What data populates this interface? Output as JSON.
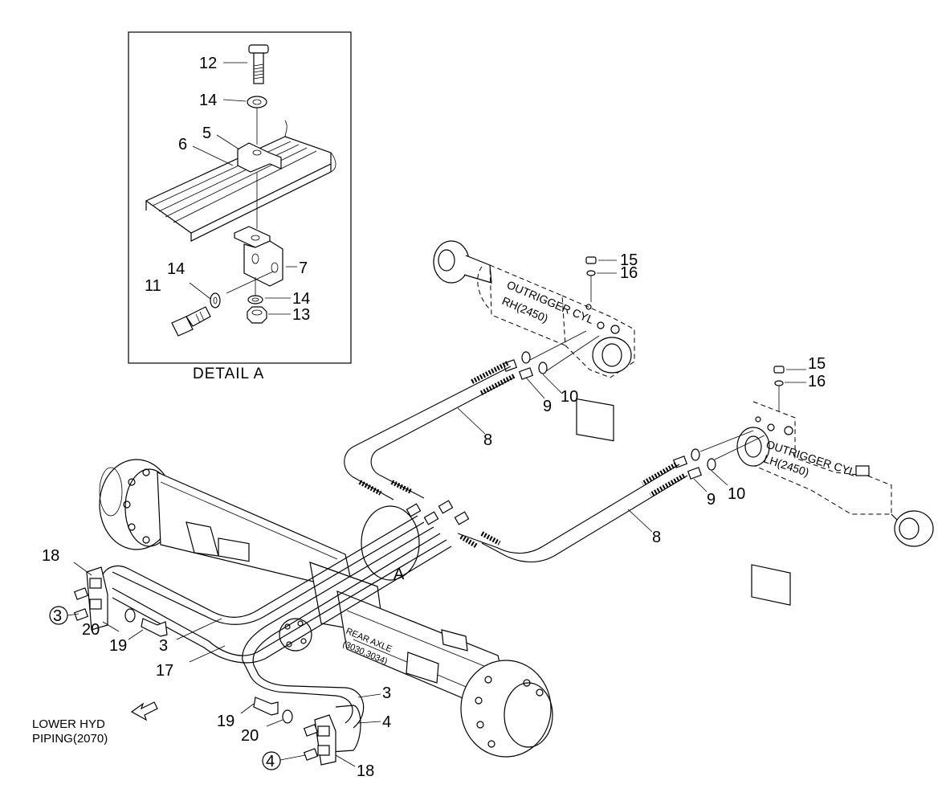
{
  "detail": {
    "caption": "DETAIL  A",
    "callouts": {
      "c12": "12",
      "c14a": "14",
      "c5": "5",
      "c6": "6",
      "c7": "7",
      "c14b": "14",
      "c11": "11",
      "c14c": "14",
      "c13": "13"
    }
  },
  "outrigger_rh": {
    "line1": "OUTRIGGER CYL",
    "line2": "RH(2450)"
  },
  "outrigger_lh": {
    "line1": "OUTRIGGER CYL",
    "line2": "LH(2450)"
  },
  "rear_axle": {
    "line1": "REAR AXLE",
    "line2": "(3030,3034)"
  },
  "view_marker": "A",
  "lower_note": {
    "line1": "LOWER HYD",
    "line2": "PIPING(2070)"
  },
  "callouts": {
    "c15a": "15",
    "c16a": "16",
    "c9a": "9",
    "c10a": "10",
    "c8a": "8",
    "c15b": "15",
    "c16b": "16",
    "c9b": "9",
    "c10b": "10",
    "c8b": "8",
    "c18a": "18",
    "c3circ": "3",
    "c20a": "20",
    "c19a": "19",
    "c3a": "3",
    "c17": "17",
    "c3b": "3",
    "c4": "4",
    "c19b": "19",
    "c20b": "20",
    "c4circ": "4",
    "c18b": "18"
  }
}
